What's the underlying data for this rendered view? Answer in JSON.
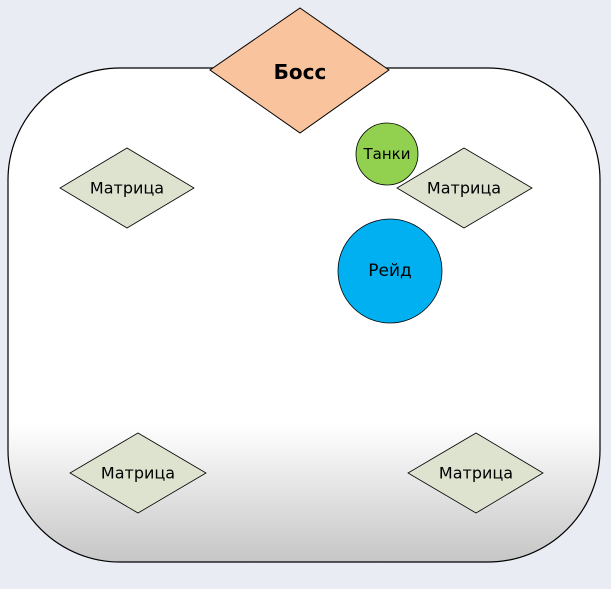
{
  "diagram": {
    "arena_label": "",
    "boss": {
      "label": "Босс"
    },
    "tanks": {
      "label": "Танки"
    },
    "raid": {
      "label": "Рейд"
    },
    "matrices": [
      {
        "label": "Матрица"
      },
      {
        "label": "Матрица"
      },
      {
        "label": "Матрица"
      },
      {
        "label": "Матрица"
      }
    ]
  },
  "colors": {
    "background": "#e9edf3",
    "arena_fill_top": "#ffffff",
    "arena_fill_bottom": "#c9c9c9",
    "arena_stroke": "#000000",
    "boss_fill": "#f8c39d",
    "matrix_fill": "#dde3cf",
    "tanks_fill": "#92d050",
    "raid_fill": "#00b0f0"
  }
}
